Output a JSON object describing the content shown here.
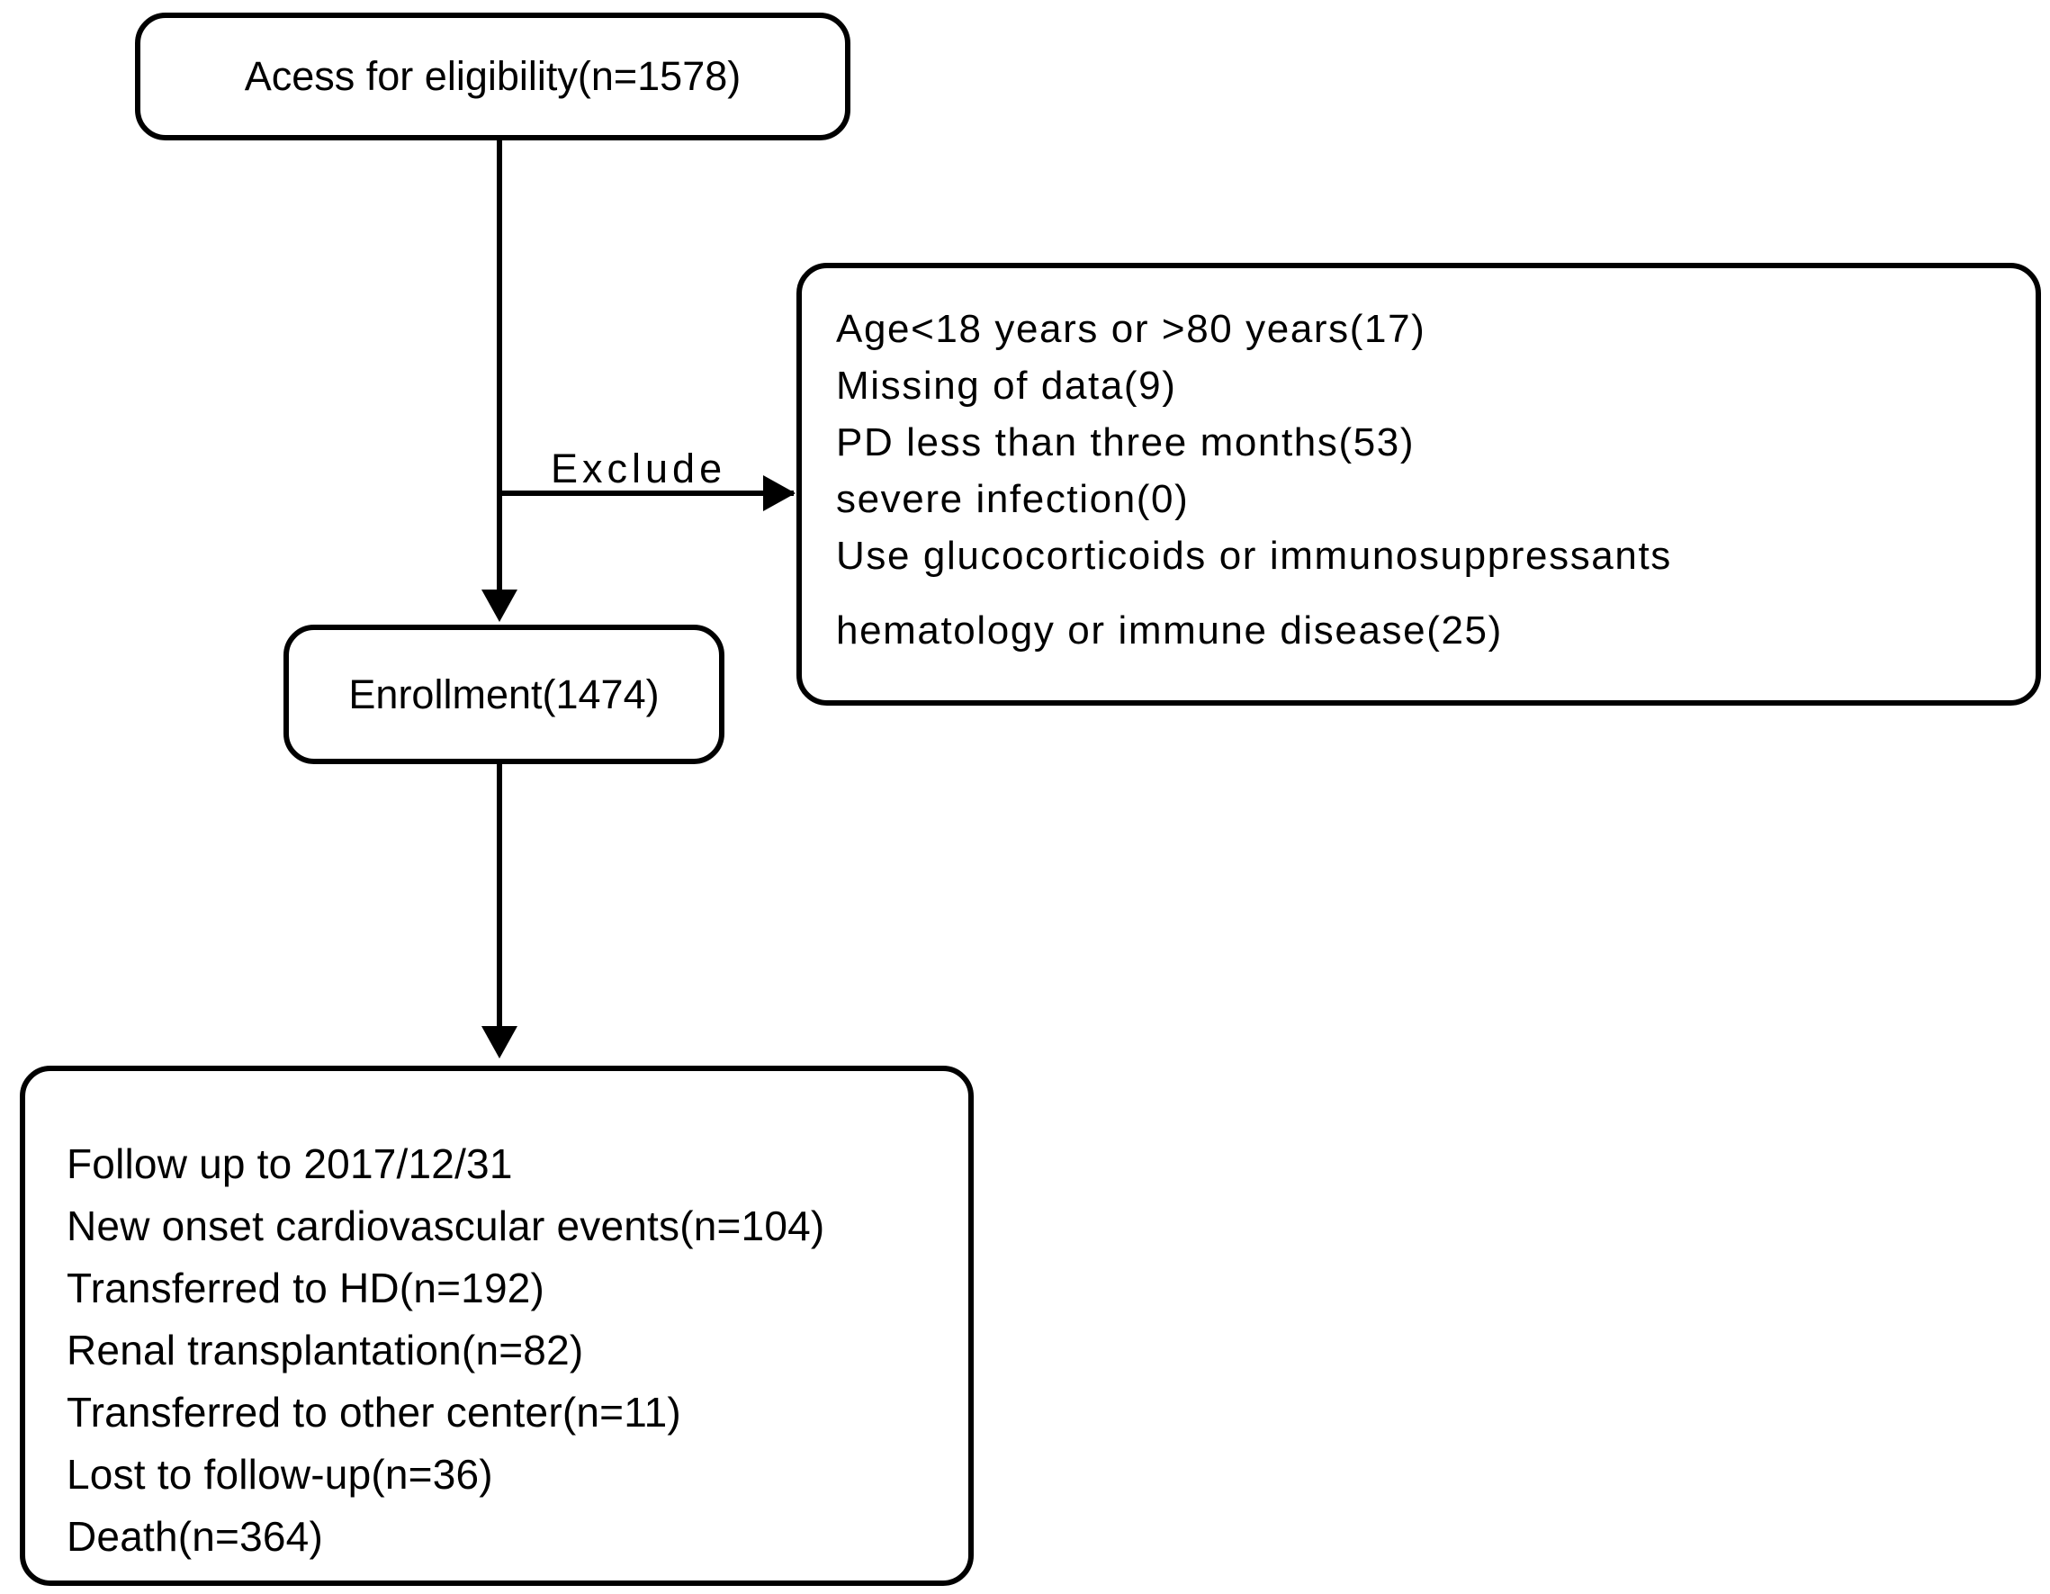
{
  "diagram": {
    "title": "Study participant flow diagram",
    "type": "flowchart",
    "stroke_color": "#000000",
    "background_color": "#ffffff"
  },
  "nodes": {
    "eligibility": {
      "label": "Acess for eligibility(n=1578)"
    },
    "enrollment": {
      "label": "Enrollment(1474)"
    },
    "exclusion": {
      "lines": [
        "Age<18 years or >80 years(17)",
        "Missing of data(9)",
        "PD less than three months(53)",
        "severe infection(0)",
        "Use glucocorticoids or immunosuppressants",
        "hematology or immune disease(25)"
      ]
    },
    "followup": {
      "lines": [
        "Follow up to 2017/12/31",
        "New onset cardiovascular events(n=104)",
        "Transferred to HD(n=192)",
        "Renal transplantation(n=82)",
        "Transferred to other center(n=11)",
        "Lost to follow-up(n=36)",
        "Death(n=364)"
      ]
    }
  },
  "edges": {
    "exclude_label": "Exclude"
  }
}
